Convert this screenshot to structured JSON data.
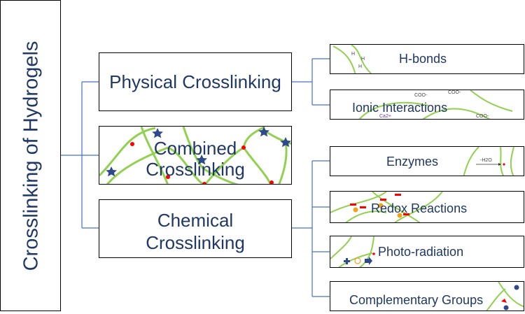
{
  "title": "Crosslinking of Hydrogels",
  "categories": {
    "physical": "Physical Crosslinking",
    "combined_line1": "Combined",
    "combined_line2": "Crosslinking",
    "chemical_line1": "Chemical",
    "chemical_line2": "Crosslinking"
  },
  "physical_types": {
    "hbonds": "H-bonds",
    "ionic": "Ionic Interactions"
  },
  "chemical_types": {
    "enzymes": "Enzymes",
    "redox": "Redox Reactions",
    "photo": "Photo-radiation",
    "complementary": "Complementary Groups"
  },
  "thumb_text": {
    "h": "H",
    "coo": "COO-",
    "ca": "Ca2+",
    "h2o": "-H2O"
  },
  "colors": {
    "text": "#1f3864",
    "connector": "#4472c4",
    "polymer": "#92d050",
    "star": "#2e4a8c",
    "dot": "#ff0000"
  }
}
